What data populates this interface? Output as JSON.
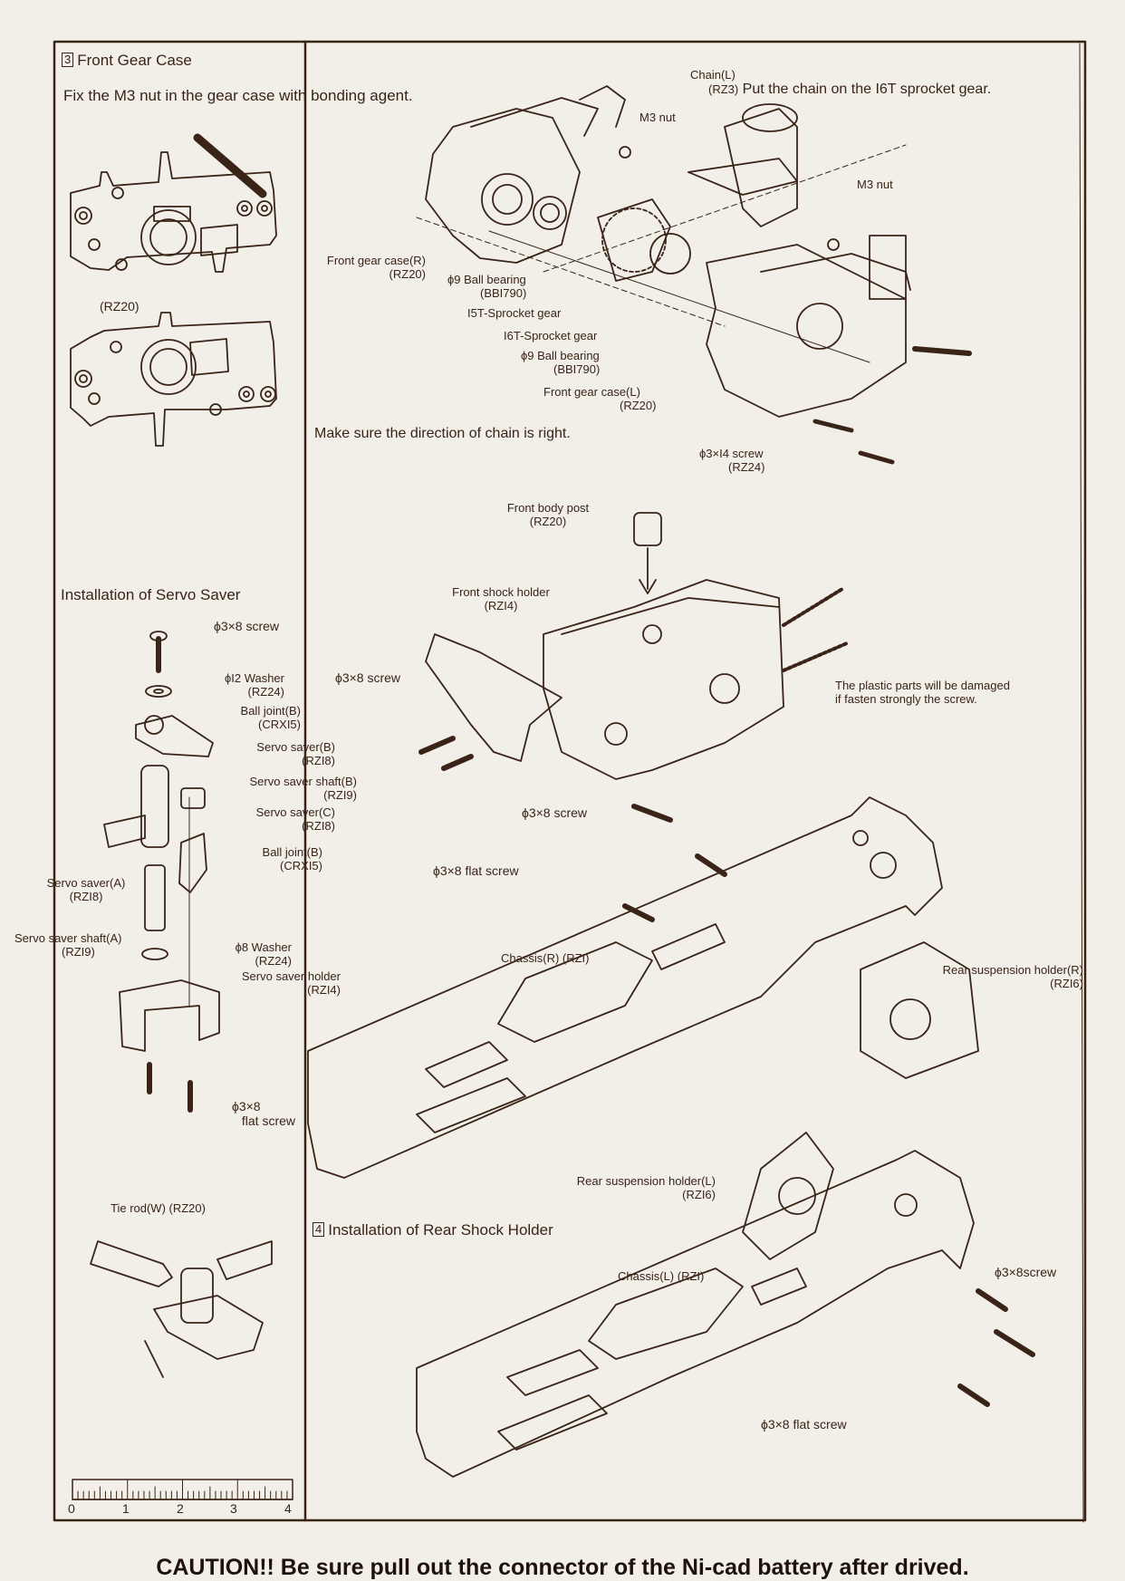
{
  "front_gear_case": {
    "section_number": "3",
    "title": "Front Gear Case",
    "instruction": "Fix the M3 nut in the gear case with bonding agent.",
    "case_label": "(RZ20)",
    "chain_label": "Chain(L)",
    "chain_part": "(RZ3)",
    "chain_instruction": "Put the chain on the I6T sprocket gear.",
    "m3_nut_1": "M3 nut",
    "m3_nut_2": "M3 nut",
    "gear_case_r_name": "Front gear case(R)",
    "gear_case_r_part": "(RZ20)",
    "bearing_1_name": "ϕ9 Ball bearing",
    "bearing_1_part": "(BBI790)",
    "sprocket_15t": "I5T-Sprocket gear",
    "sprocket_16t": "I6T-Sprocket gear",
    "bearing_2_name": "ϕ9 Ball bearing",
    "bearing_2_part": "(BBI790)",
    "gear_case_l_name": "Front gear case(L)",
    "gear_case_l_part": "(RZ20)",
    "direction_note": "Make sure the direction of chain is right.",
    "screw_name": "ϕ3×I4 screw",
    "screw_part": "(RZ24)"
  },
  "front_body": {
    "body_post_name": "Front body post",
    "body_post_part": "(RZ20)",
    "shock_holder_name": "Front shock holder",
    "shock_holder_part": "(RZI4)",
    "screw_label": "ϕ3×8 screw",
    "warning_line1": "The plastic parts will be damaged",
    "warning_line2": "if fasten strongly the screw."
  },
  "servo_saver": {
    "title": "Installation of Servo Saver",
    "screw": "ϕ3×8 screw",
    "washer12_name": "ϕI2 Washer",
    "washer12_part": "(RZ24)",
    "ball_joint_name": "Ball joint(B)",
    "ball_joint_part": "(CRXI5)",
    "saver_b_name": "Servo saver(B)",
    "saver_b_part": "(RZI8)",
    "shaft_b_name": "Servo saver shaft(B)",
    "shaft_b_part": "(RZI9)",
    "saver_c_name": "Servo saver(C)",
    "saver_c_part": "(RZI8)",
    "ball_joint2_name": "Ball joint(B)",
    "ball_joint2_part": "(CRXI5)",
    "saver_a_name": "Servo saver(A)",
    "saver_a_part": "(RZI8)",
    "shaft_a_name": "Servo saver shaft(A)",
    "shaft_a_part": "(RZI9)",
    "washer8_name": "ϕ8 Washer",
    "washer8_part": "(RZ24)",
    "holder_name": "Servo saver holder",
    "holder_part": "(RZI4)",
    "flat_screw_line1": "ϕ3×8",
    "flat_screw_line2": "flat screw",
    "tie_rod": "Tie rod(W)  (RZ20)"
  },
  "chassis": {
    "screw_label": "ϕ3×8 screw",
    "flat_screw_label": "ϕ3×8  flat screw",
    "chassis_r": "Chassis(R)  (RZI)",
    "rear_susp_r_name": "Rear suspension holder(R)",
    "rear_susp_r_part": "(RZI6)"
  },
  "rear_shock": {
    "section_number": "4",
    "title": "Installation of Rear Shock Holder",
    "rear_susp_l_name": "Rear suspension holder(L)",
    "rear_susp_l_part": "(RZI6)",
    "chassis_l": "Chassis(L)  (RZI)",
    "screw_label": "ϕ3×8screw",
    "flat_screw_label": "ϕ3×8  flat screw"
  },
  "ruler": {
    "ticks": [
      "0",
      "1",
      "2",
      "3",
      "4"
    ]
  },
  "caution": "CAUTION!! Be sure pull out the connector of the Ni-cad battery after drived.",
  "colors": {
    "paper": "#f1efe7",
    "ink": "#3a2418",
    "caution": "#1e120b"
  }
}
